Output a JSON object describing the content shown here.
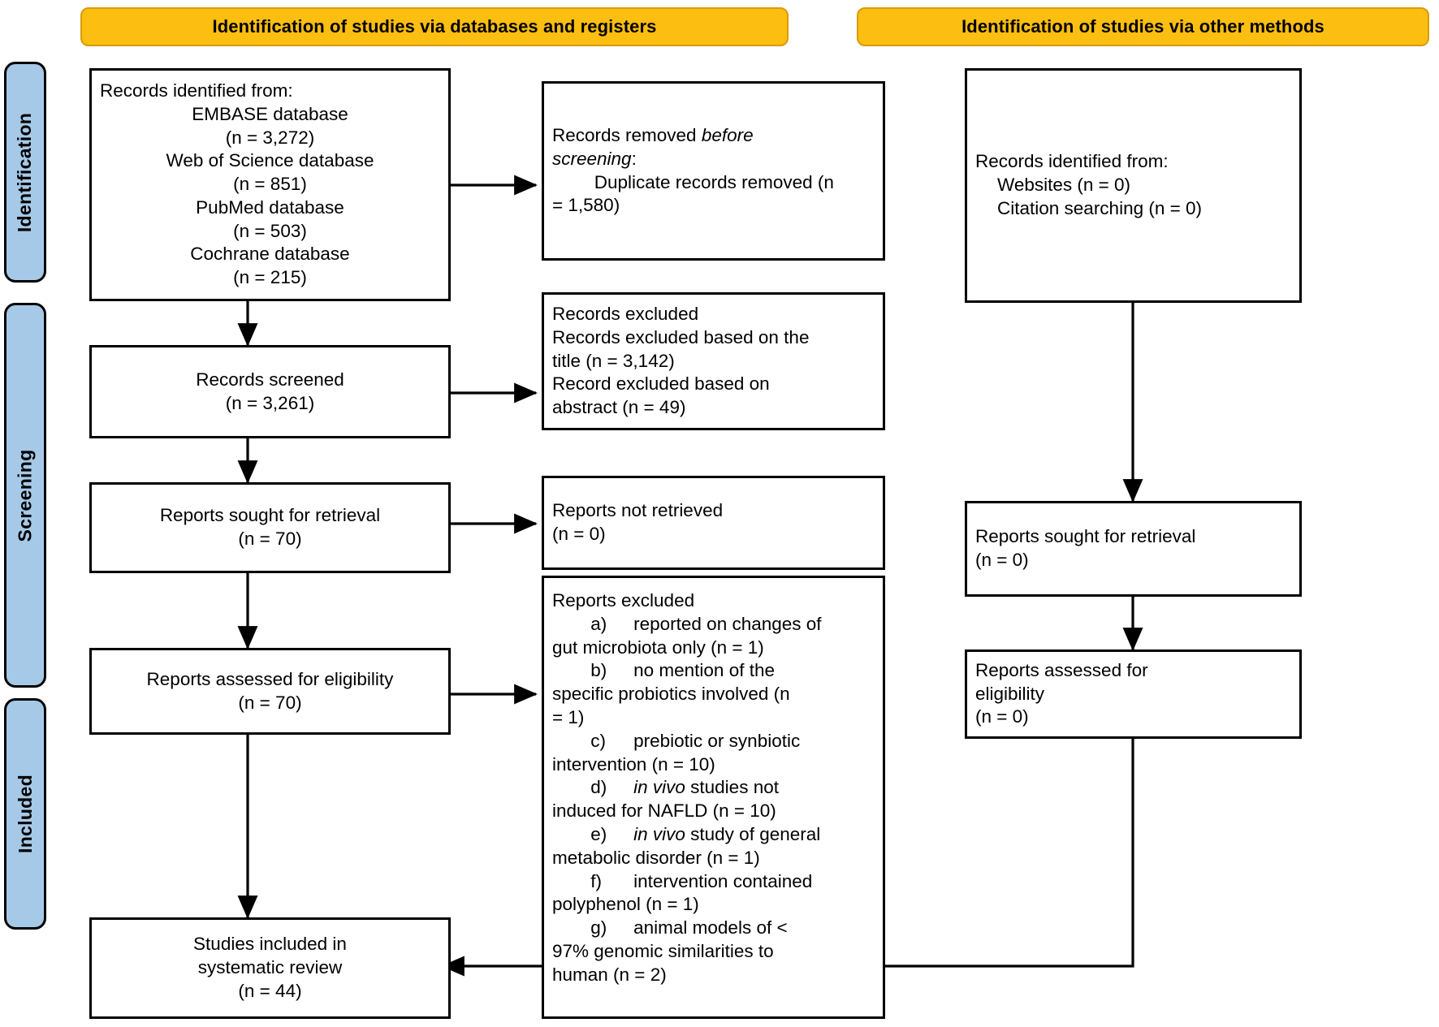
{
  "colors": {
    "header_fill": "#FCBE11",
    "header_border": "#D99B06",
    "stage_tab_fill": "#A6C9E8",
    "box_border": "#000000",
    "background": "#FFFFFF"
  },
  "headers": [
    {
      "id": "databases",
      "label": "Identification of studies via databases and registers"
    },
    {
      "id": "other",
      "label": "Identification of studies via other methods"
    }
  ],
  "stage_tabs": [
    {
      "id": "identification",
      "label": "Identification"
    },
    {
      "id": "screening",
      "label": "Screening"
    },
    {
      "id": "included",
      "label": "Included"
    }
  ],
  "boxes": {
    "records_identified": {
      "title": "Records identified from:",
      "items": [
        {
          "source": "EMBASE database",
          "count": "(n = 3,272)"
        },
        {
          "source": "Web of Science database",
          "count": "(n = 851)"
        },
        {
          "source": "PubMed database",
          "count": "(n = 503)"
        },
        {
          "source": "Cochrane database",
          "count": "(n = 215)"
        }
      ]
    },
    "records_removed": {
      "line1_plain": "Records removed ",
      "line1_italic": "before",
      "line2_italic": "screening",
      "line2_plain": ":",
      "line3": "Duplicate records removed (n",
      "line4": "= 1,580)"
    },
    "records_screened": {
      "label": "Records screened",
      "count": "(n = 3,261)"
    },
    "records_excluded": {
      "line1": "Records excluded",
      "line2": "Records excluded based on the",
      "line3": "title (n = 3,142)",
      "line4": "Record excluded based on",
      "line5": "abstract (n = 49)"
    },
    "reports_sought": {
      "label": "Reports sought for retrieval",
      "count": "(n = 70)"
    },
    "reports_not_retrieved": {
      "label": "Reports not retrieved",
      "count": "(n = 0)"
    },
    "reports_assessed": {
      "label": "Reports assessed for eligibility",
      "count": "(n = 70)"
    },
    "reports_excluded": {
      "title": "Reports excluded",
      "items": [
        {
          "letter": "a)",
          "text_pre": "reported on changes of",
          "text_rest": "gut   microbiota only (n = 1)",
          "italic": ""
        },
        {
          "letter": "b)",
          "text_pre": "no mention of the",
          "text_rest": "specific probiotics involved (n",
          "text_rest2": "= 1)",
          "italic": ""
        },
        {
          "letter": "c)",
          "text_pre": "prebiotic or synbiotic",
          "text_rest": "intervention (n = 10)",
          "italic": ""
        },
        {
          "letter": "d)",
          "italic": "in vivo",
          "text_pre": " studies not",
          "text_rest": "induced for NAFLD (n = 10)"
        },
        {
          "letter": "e)",
          "italic": "in vivo",
          "text_pre": " study of general",
          "text_rest": "metabolic disorder (n = 1)"
        },
        {
          "letter": "f)",
          "text_pre": "intervention contained",
          "text_rest": "polyphenol (n = 1)",
          "italic": ""
        },
        {
          "letter": "g)",
          "text_pre": "animal models of <",
          "text_rest": "97% genomic similarities to",
          "text_rest2": "human (n = 2)",
          "italic": ""
        }
      ]
    },
    "studies_included": {
      "line1": "Studies included in",
      "line2": "systematic review",
      "count": "(n = 44)"
    },
    "other_identified": {
      "title": "Records identified from:",
      "items": [
        {
          "source": "Websites (n = 0)"
        },
        {
          "source": "Citation searching (n = 0)"
        }
      ]
    },
    "other_sought": {
      "label": "Reports sought for retrieval",
      "count": "(n = 0)"
    },
    "other_assessed": {
      "line1": "Reports assessed for",
      "line2": "eligibility",
      "count": "(n = 0)"
    }
  }
}
